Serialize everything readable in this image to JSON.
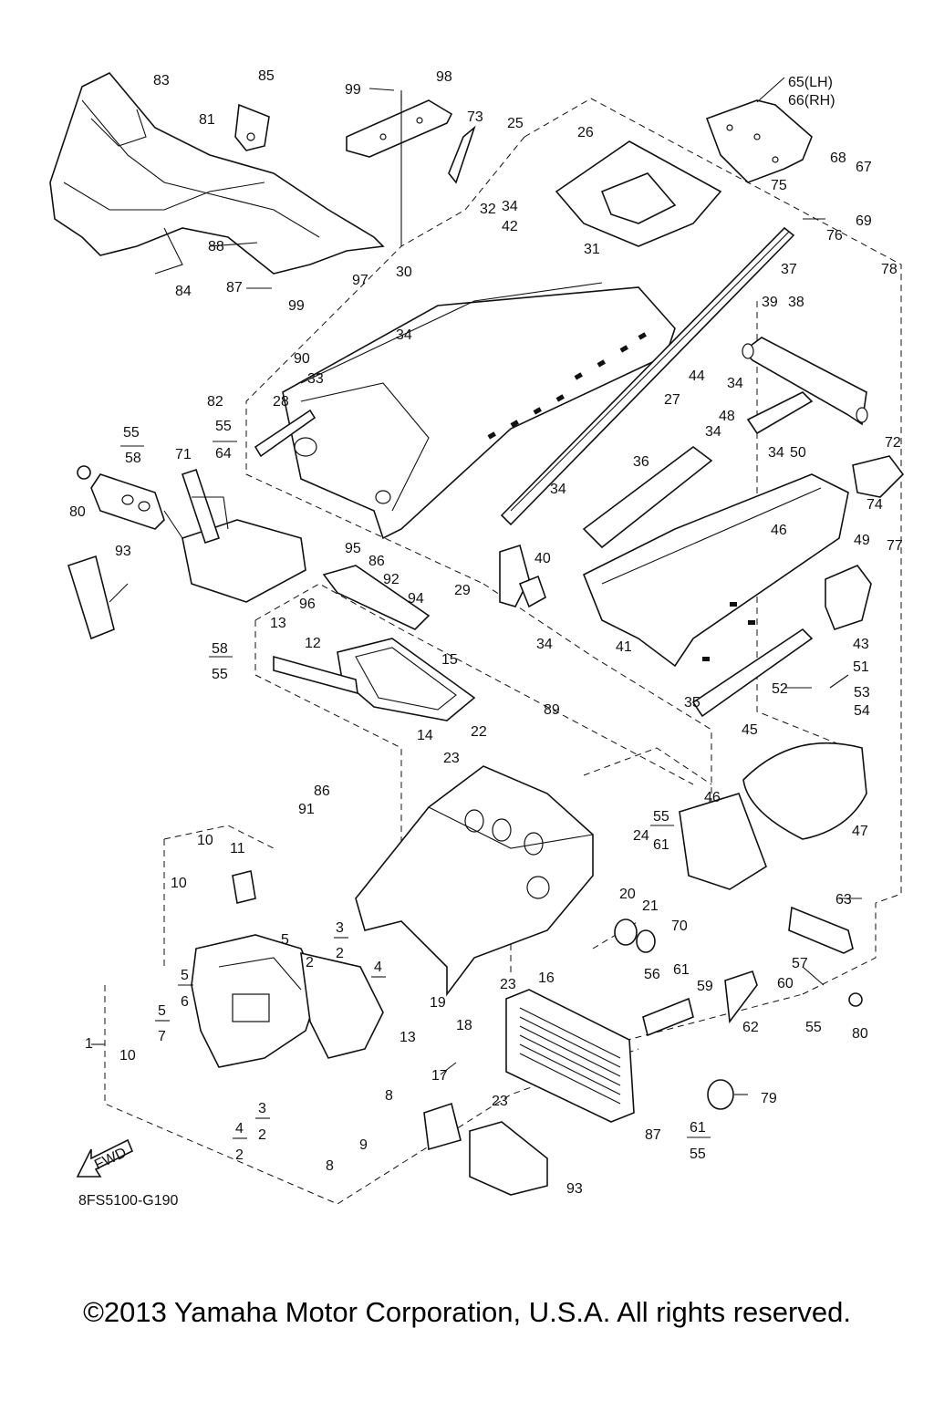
{
  "diagram": {
    "reference_code": "8FS5100-G190",
    "direction_label": "FWD",
    "callouts": [
      "83",
      "85",
      "99",
      "98",
      "65(LH)",
      "66(RH)",
      "81",
      "73",
      "25",
      "26",
      "68",
      "67",
      "75",
      "34",
      "32",
      "42",
      "69",
      "76",
      "88",
      "31",
      "37",
      "78",
      "87",
      "84",
      "97",
      "30",
      "39",
      "38",
      "99",
      "34",
      "90",
      "82",
      "33",
      "28",
      "27",
      "44",
      "34",
      "48",
      "34",
      "55",
      "58",
      "55",
      "64",
      "71",
      "36",
      "34",
      "50",
      "72",
      "80",
      "34",
      "74",
      "77",
      "93",
      "95",
      "86",
      "46",
      "49",
      "92",
      "29",
      "40",
      "96",
      "94",
      "13",
      "12",
      "15",
      "34",
      "41",
      "43",
      "58",
      "55",
      "51",
      "52",
      "53",
      "35",
      "54",
      "89",
      "22",
      "14",
      "23",
      "45",
      "86",
      "91",
      "46",
      "47",
      "55",
      "61",
      "24",
      "10",
      "11",
      "63",
      "10",
      "20",
      "21",
      "70",
      "5",
      "2",
      "3",
      "5",
      "6",
      "2",
      "4",
      "57",
      "56",
      "61",
      "59",
      "60",
      "5",
      "7",
      "19",
      "23",
      "16",
      "13",
      "18",
      "62",
      "55",
      "80",
      "1",
      "10",
      "17",
      "8",
      "23",
      "79",
      "3",
      "2",
      "4",
      "2",
      "9",
      "8",
      "61",
      "55",
      "87",
      "93"
    ]
  },
  "footer": {
    "copyright": "©2013 Yamaha Motor Corporation, U.S.A. All rights reserved."
  }
}
